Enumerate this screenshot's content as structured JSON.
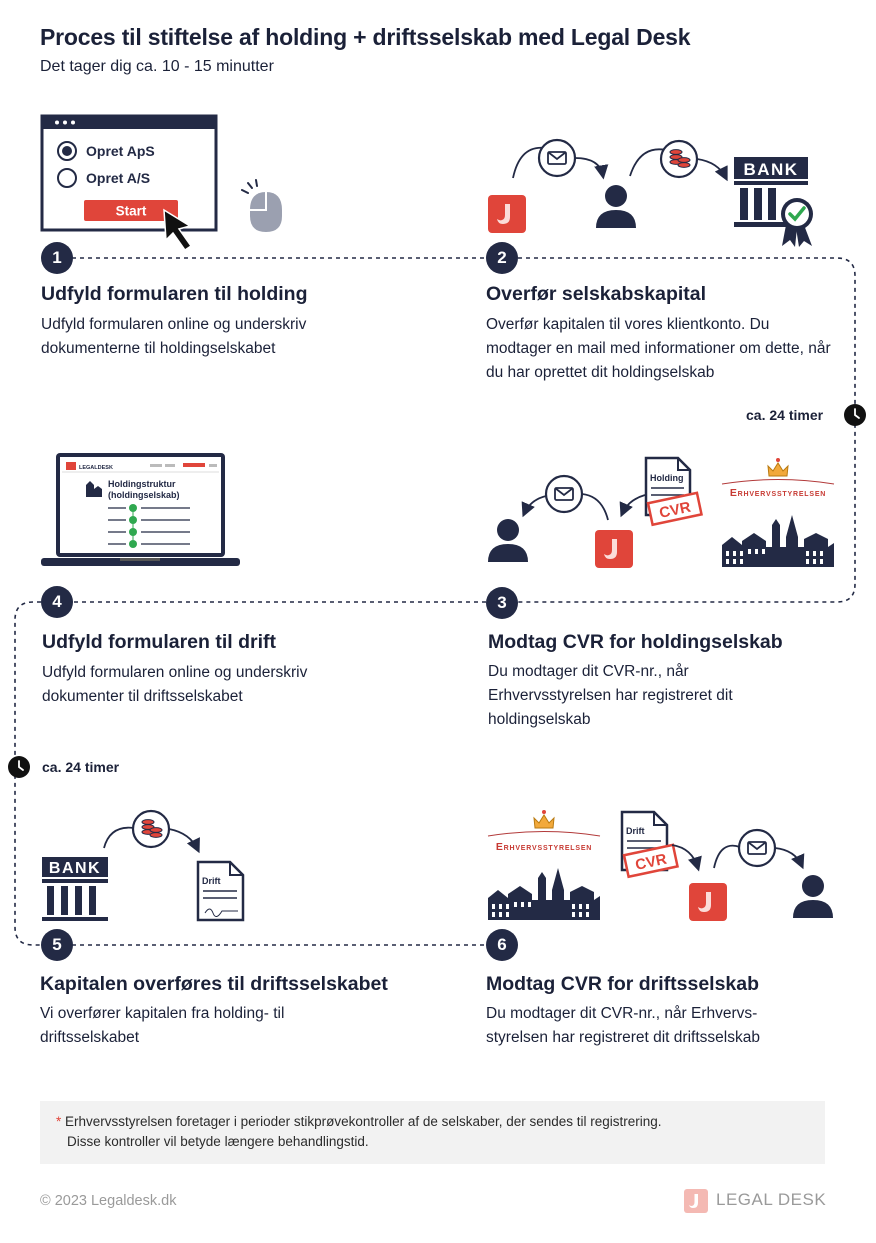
{
  "title": "Proces til stiftelse af holding + driftsselskab med Legal Desk",
  "subtitle": "Det tager dig ca. 10 - 15 minutter",
  "steps": [
    {
      "number": "1",
      "title": "Udfyld formularen til holding",
      "text": "Udfyld formularen online og underskriv dokumenterne til holdingselskabet"
    },
    {
      "number": "2",
      "title": "Overfør selskabskapital",
      "text": "Overfør kapitalen til vores klientkonto. Du modtager en mail med informationer om dette, når du har oprettet dit holdingselskab"
    },
    {
      "number": "3",
      "title": "Modtag CVR for holdingselskab",
      "text": "Du modtager dit CVR-nr., når Erhvervsstyrelsen har registreret dit holdingselskab"
    },
    {
      "number": "4",
      "title": "Udfyld formularen til drift",
      "text": "Udfyld formularen online og underskriv dokumenter til driftsselskabet"
    },
    {
      "number": "5",
      "title": "Kapitalen overføres til driftsselskabet",
      "text": "Vi overfører kapitalen fra holding- til driftsselskabet"
    },
    {
      "number": "6",
      "title": "Modtag CVR for driftsselskab",
      "text": "Du modtager dit CVR-nr., når Erhvervs-styrelsen har registreret dit driftsselskab"
    }
  ],
  "timers": {
    "t1": "ca. 24 timer",
    "t2": "ca. 24 timer"
  },
  "illustrations": {
    "form_option1": "Opret ApS",
    "form_option2": "Opret A/S",
    "form_button": "Start",
    "bank": "BANK",
    "laptop_brand": "LEGALDESK",
    "laptop_heading": "Holdingstruktur (holdingselskab)",
    "doc_holding": "Holding",
    "doc_drift": "Drift",
    "doc_drift2": "Drift",
    "cvr": "CVR",
    "agency": "Erhvervsstyrelsen"
  },
  "note": {
    "line1": "Erhvervsstyrelsen foretager i perioder stikprøvekontroller af de selskaber, der sendes til registrering.",
    "line2": "Disse kontroller vil betyde længere behandlingstid."
  },
  "footer": {
    "copyright": "© 2023 Legaldesk.dk",
    "brand": "LEGAL DESK"
  },
  "colors": {
    "navy": "#232a45",
    "red": "#e0453a",
    "note_bg": "#f2f2f2"
  },
  "icons": [
    "radio-icon",
    "cursor-icon",
    "mouse-icon",
    "mail-icon",
    "coins-icon",
    "person-icon",
    "legaldesk-logo-icon",
    "bank-icon",
    "check-badge-icon",
    "laptop-icon",
    "document-icon",
    "cvr-stamp-icon",
    "crown-icon",
    "city-skyline-icon",
    "clock-icon"
  ]
}
